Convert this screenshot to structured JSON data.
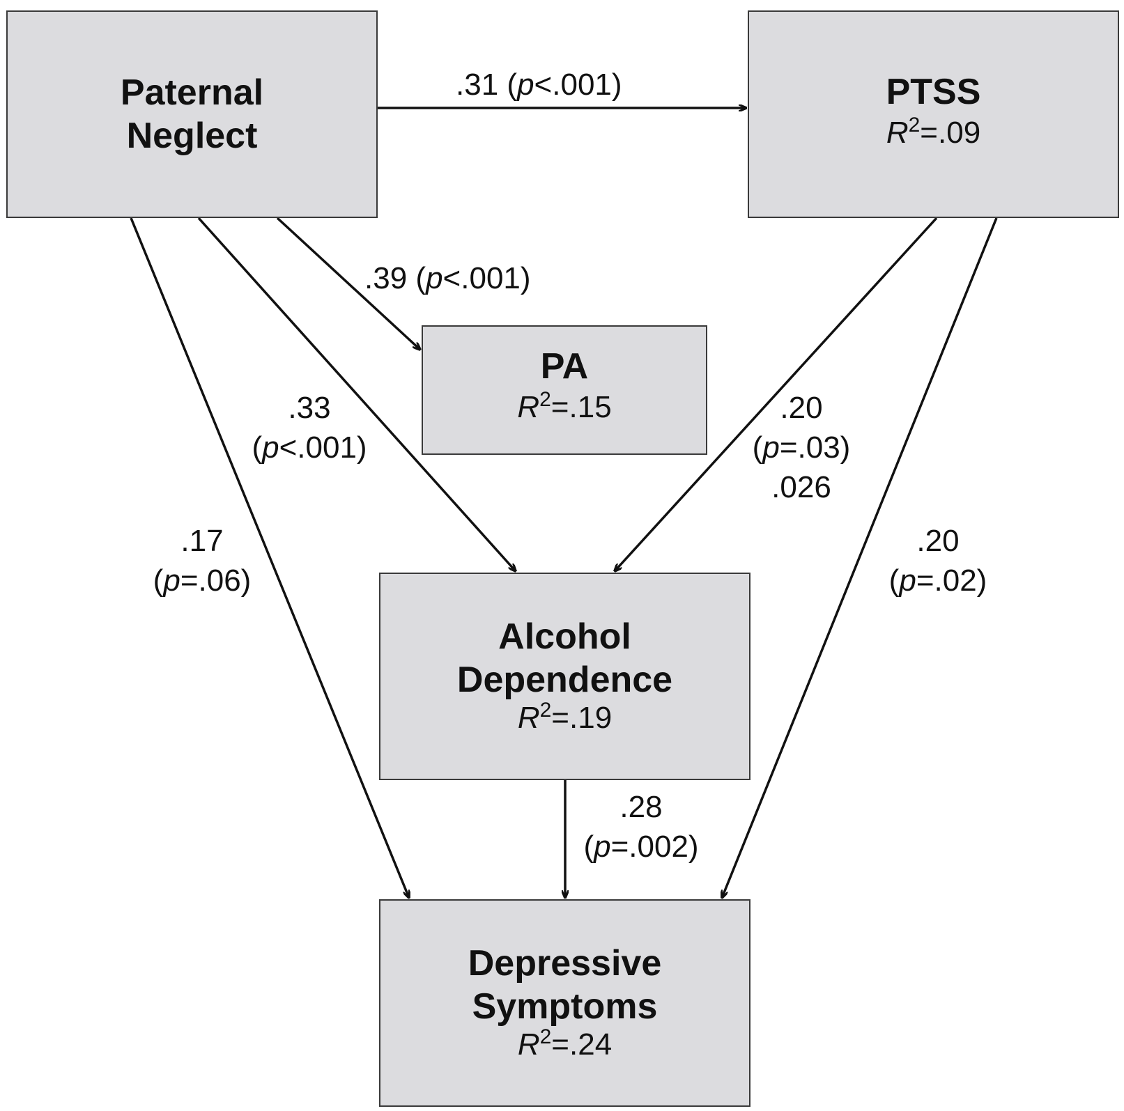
{
  "nodes": {
    "paternal_neglect": {
      "title_line1": "Paternal",
      "title_line2": "Neglect"
    },
    "ptss": {
      "title": "PTSS",
      "r2_symbol": "R",
      "r2_exp": "2",
      "r2_value": "=.09"
    },
    "pa": {
      "title": "PA",
      "r2_symbol": "R",
      "r2_exp": "2",
      "r2_value": "=.15"
    },
    "alcohol": {
      "title_line1": "Alcohol",
      "title_line2": "Dependence",
      "r2_symbol": "R",
      "r2_exp": "2",
      "r2_value": "=.19"
    },
    "depressive": {
      "title_line1": "Depressive",
      "title_line2": "Symptoms",
      "r2_symbol": "R",
      "r2_exp": "2",
      "r2_value": "=.24"
    }
  },
  "paths": {
    "neglect_to_ptss": {
      "coef": ".31",
      "p_open": "(",
      "p": "p",
      "p_rest": "<.001)"
    },
    "neglect_to_pa": {
      "coef": ".39",
      "p_open": "(",
      "p": "p",
      "p_rest": "<.001)"
    },
    "neglect_to_alcohol": {
      "coef": ".33",
      "p_open": "(",
      "p": "p",
      "p_rest": "<.001)"
    },
    "neglect_to_depressive": {
      "coef": ".17",
      "p_open": "(",
      "p": "p",
      "p_rest": "=.06)"
    },
    "ptss_to_alcohol": {
      "coef": ".20",
      "p_open": "(",
      "p": "p",
      "p_rest": "=.03)",
      "extra": ".026"
    },
    "ptss_to_depressive": {
      "coef": ".20",
      "p_open": "(",
      "p": "p",
      "p_rest": "=.02)"
    },
    "alcohol_to_depressive": {
      "coef": ".28",
      "p_open": "(",
      "p": "p",
      "p_rest": "=.002)"
    }
  },
  "colors": {
    "box_fill": "#dcdcdf",
    "box_border": "#3a3a3a",
    "arrow": "#111111"
  }
}
